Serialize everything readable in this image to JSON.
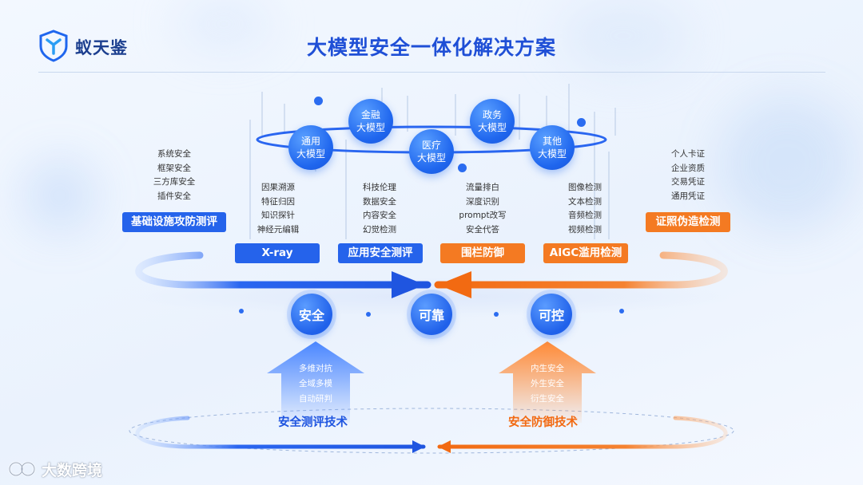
{
  "header": {
    "brand": "蚁天鉴",
    "title": "大模型安全一体化解决方案"
  },
  "models": [
    {
      "line1": "通用",
      "line2": "大模型"
    },
    {
      "line1": "金融",
      "line2": "大模型"
    },
    {
      "line1": "医疗",
      "line2": "大模型"
    },
    {
      "line1": "政务",
      "line2": "大模型"
    },
    {
      "line1": "其他",
      "line2": "大模型"
    }
  ],
  "left_side": {
    "items": [
      "系统安全",
      "框架安全",
      "三方库安全",
      "插件安全"
    ],
    "label": "基础设施攻防测评"
  },
  "right_side": {
    "items": [
      "个人卡证",
      "企业资质",
      "交易凭证",
      "通用凭证"
    ],
    "label": "证照伪造检测"
  },
  "columns": [
    {
      "items": [
        "因果溯源",
        "特征归因",
        "知识探针",
        "神经元编辑"
      ],
      "label": "X-ray",
      "color": "#2563eb"
    },
    {
      "items": [
        "科技伦理",
        "数据安全",
        "内容安全",
        "幻觉检测"
      ],
      "label": "应用安全测评",
      "color": "#2563eb"
    },
    {
      "items": [
        "流量排白",
        "深度识别",
        "prompt改写",
        "安全代答"
      ],
      "label": "围栏防御",
      "color": "#f47a22"
    },
    {
      "items": [
        "图像检测",
        "文本检测",
        "音频检测",
        "视频检测"
      ],
      "label": "AIGC滥用检测",
      "color": "#f47a22"
    }
  ],
  "core": [
    "安全",
    "可靠",
    "可控"
  ],
  "left_arrow": {
    "items": [
      "多维对抗",
      "全域多模",
      "自动研判"
    ],
    "label": "安全测评技术"
  },
  "right_arrow": {
    "items": [
      "内生安全",
      "外生安全",
      "衍生安全"
    ],
    "label": "安全防御技术"
  },
  "watermark": "大数跨境",
  "colors": {
    "blue": "#2563eb",
    "orange": "#f47a22",
    "title": "#1f4fd6"
  }
}
